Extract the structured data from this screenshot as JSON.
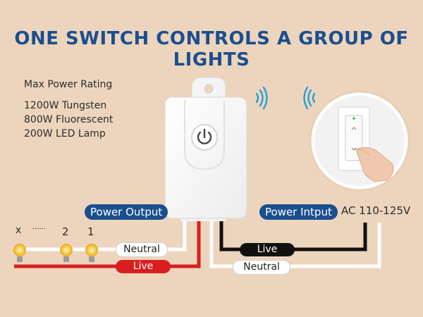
{
  "title": "ONE SWITCH CONTROLS A GROUP OF LIGHTS",
  "ratings": {
    "heading": "Max Power Rating",
    "lines": [
      "1200W Tungsten",
      "800W Fluorescent",
      "200W LED Lamp"
    ]
  },
  "labels": {
    "power_output": "Power Output",
    "power_input": "Power Intput",
    "ac_voltage": "AC 110-125V",
    "neutral_left": "Neutral",
    "live_left": "Live",
    "live_right": "Live",
    "neutral_right": "Neutral"
  },
  "bulbs": {
    "label_x": "x",
    "label_dots": "......",
    "label_2": "2",
    "label_1": "1"
  },
  "icons": {
    "power": "power-icon",
    "wifi": "wireless-signal-icon",
    "bulb": "light-bulb-icon",
    "hand": "hand-pressing-icon"
  },
  "colors": {
    "title": "#1a4f8f",
    "pill": "#1a4f8f",
    "live_red": "#d81f1f",
    "live_black": "#111111",
    "neutral": "#ffffff",
    "wifi": "#2a9fd6",
    "background": "#edd5bd"
  }
}
